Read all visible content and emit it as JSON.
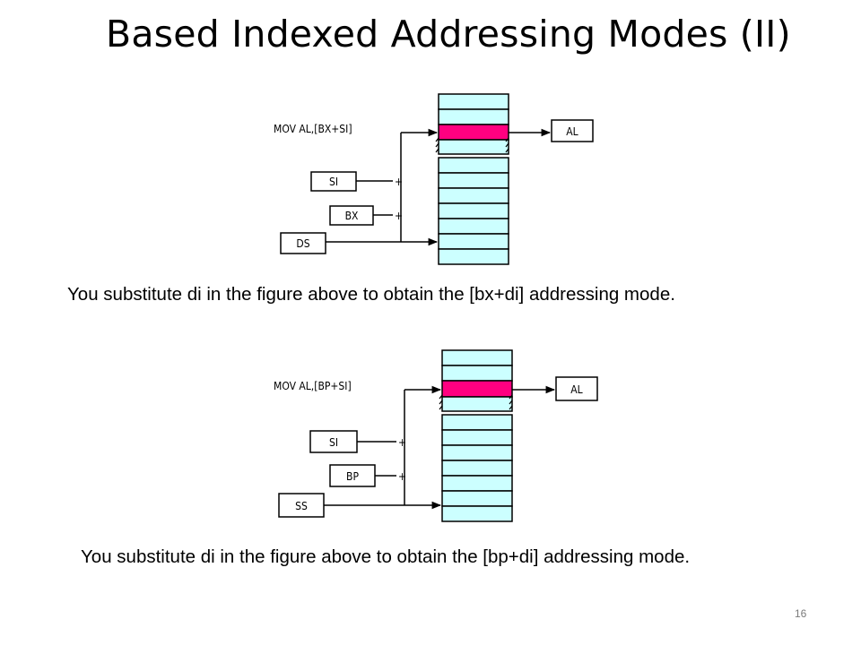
{
  "title": "Based Indexed Addressing Modes (II)",
  "diagrams": [
    {
      "instruction": "MOV  AL,[BX+SI]",
      "index_register": "SI",
      "base_register": "BX",
      "segment_register": "DS",
      "destination": "AL",
      "sum_signs": [
        "+",
        "+"
      ]
    },
    {
      "instruction": "MOV  AL,[BP+SI]",
      "index_register": "SI",
      "base_register": "BP",
      "segment_register": "SS",
      "destination": "AL",
      "sum_signs": [
        "+",
        "+"
      ]
    }
  ],
  "captions": [
    "You substitute di in the figure above to obtain the [bx+di] addressing mode.",
    "You substitute di in the figure above to obtain the [bp+di] addressing mode."
  ],
  "page_number": "16",
  "colors": {
    "memory_cell": "#ccffff",
    "highlighted_cell": "#ff0080",
    "line": "#000000"
  }
}
